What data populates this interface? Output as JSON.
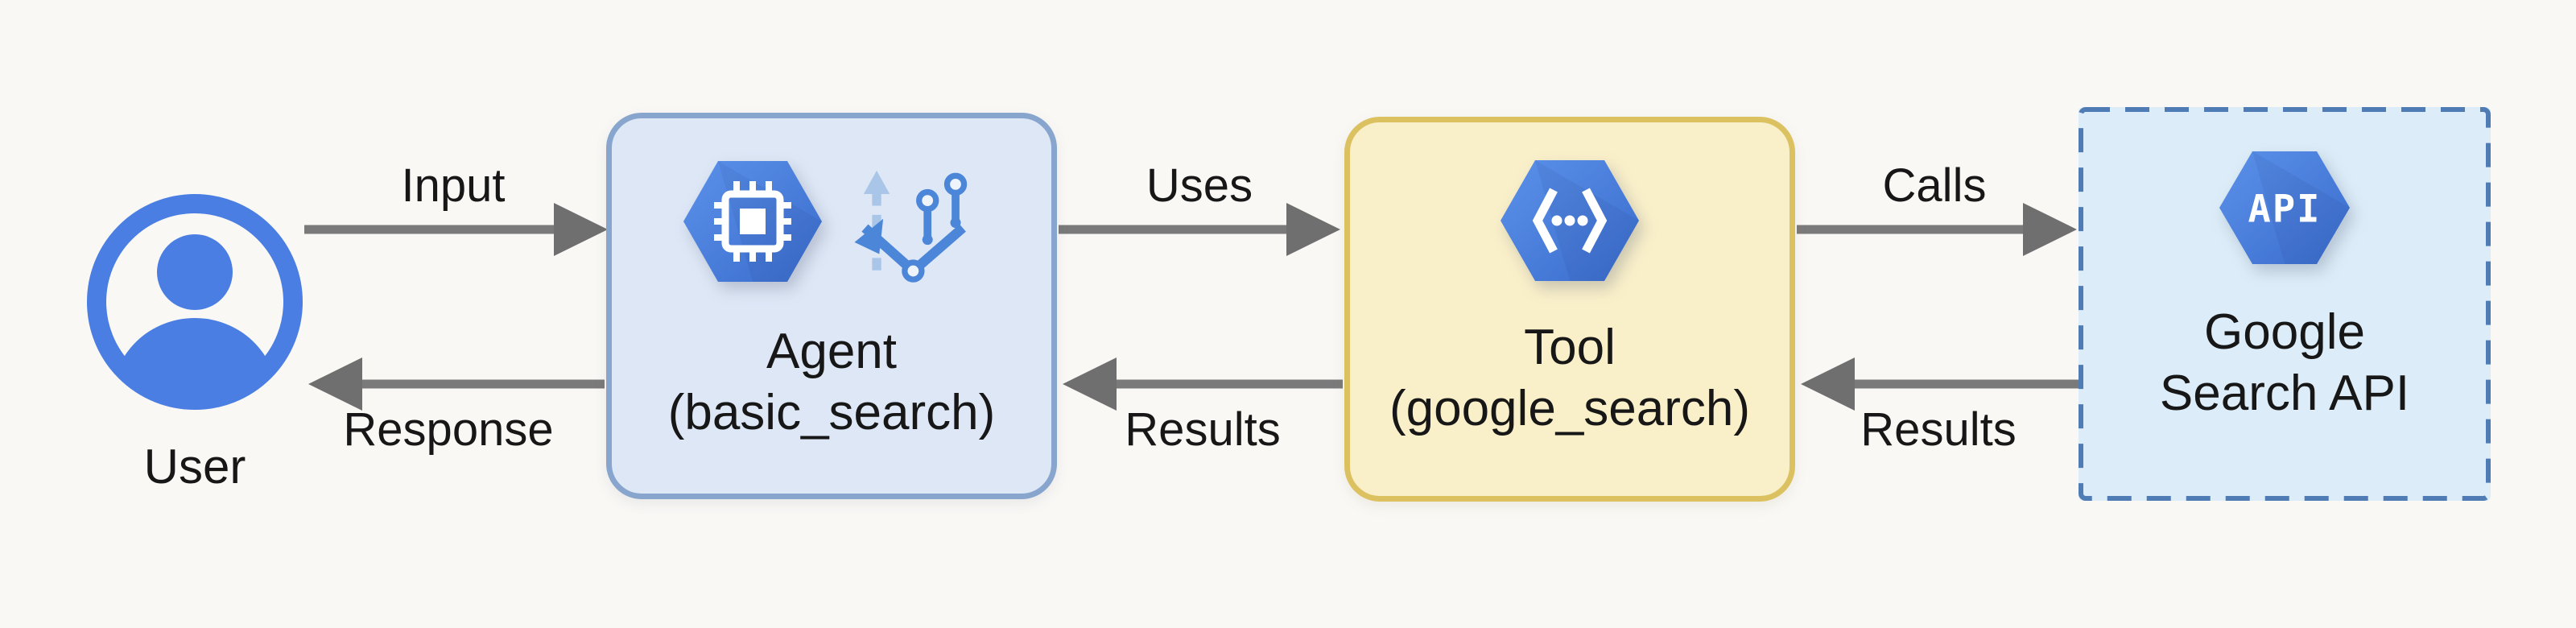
{
  "nodes": {
    "user": {
      "label": "User"
    },
    "agent": {
      "title": "Agent",
      "subtitle": "(basic_search)"
    },
    "tool": {
      "title": "Tool",
      "subtitle": "(google_search)"
    },
    "api": {
      "title": "Google",
      "subtitle": "Search API",
      "badge": "API"
    }
  },
  "edges": {
    "input": {
      "label": "Input"
    },
    "response": {
      "label": "Response"
    },
    "uses": {
      "label": "Uses"
    },
    "results_tool_to_agent": {
      "label": "Results"
    },
    "calls": {
      "label": "Calls"
    },
    "results_api_to_tool": {
      "label": "Results"
    }
  },
  "colors": {
    "background": "#f9f8f5",
    "text": "#171717",
    "arrow_gray": "#757575",
    "hexagon_blue": "#4a80dc",
    "hexagon_blue_dark": "#3a6ccc",
    "user_icon_blue": "#4a7ee2",
    "branch_icon_blue": "#4c86d8",
    "branch_icon_light_blue": "#a9c6e8",
    "agent_fill": "#dde7f6",
    "agent_border": "#87a5cd",
    "tool_fill": "#f9efc9",
    "tool_border": "#dcc161",
    "api_fill": "#dcecf8",
    "api_border": "#4f7cb5"
  }
}
